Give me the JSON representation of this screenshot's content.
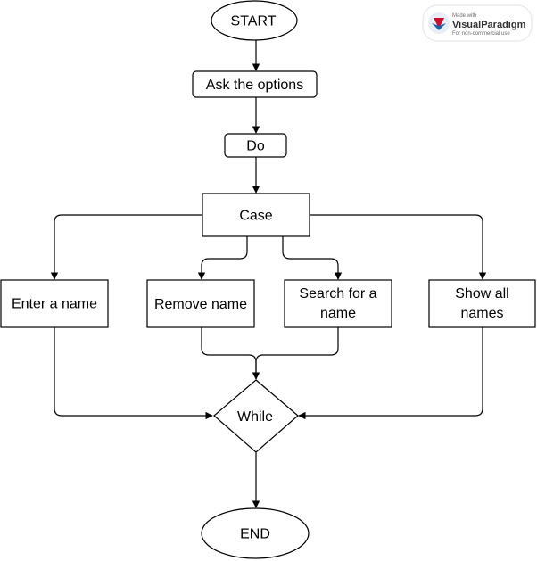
{
  "diagram": {
    "nodes": {
      "start": "START",
      "ask": "Ask the options",
      "do": "Do",
      "case": "Case",
      "enter": "Enter a name",
      "remove": "Remove name",
      "search": [
        "Search for a",
        "name"
      ],
      "show": [
        "Show all",
        "names"
      ],
      "while": "While",
      "end": "END"
    }
  },
  "watermark": {
    "line1": "Made with",
    "brand_a": "Visual",
    "brand_b": "Paradigm",
    "line3": "For non-commercial use",
    "colors": {
      "logo_red": "#c8102e",
      "logo_blue": "#1f5fa8"
    }
  }
}
